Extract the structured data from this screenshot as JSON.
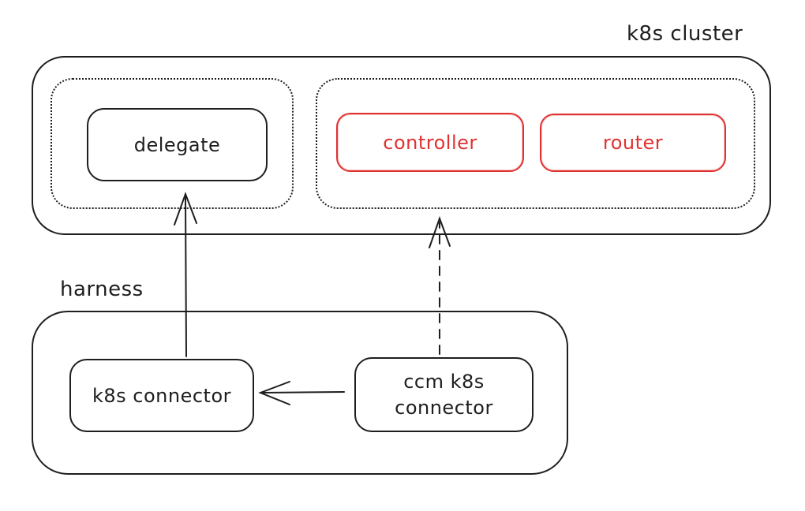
{
  "diagram": {
    "labels": {
      "cluster": "k8s cluster",
      "harness": "harness",
      "delegate": "delegate",
      "controller": "controller",
      "router": "router",
      "k8s_connector": "k8s connector",
      "ccm_k8s_connector": "ccm k8s connector"
    },
    "colors": {
      "stroke": "#1e1e1e",
      "accent_red": "#e03131",
      "background": "#ffffff"
    },
    "arrows": [
      {
        "name": "k8s-connector-to-delegate",
        "style": "solid",
        "direction": "up"
      },
      {
        "name": "ccm-k8s-connector-to-controller-group",
        "style": "dashed",
        "direction": "up"
      },
      {
        "name": "ccm-k8s-connector-to-k8s-connector",
        "style": "solid",
        "direction": "left"
      }
    ]
  }
}
